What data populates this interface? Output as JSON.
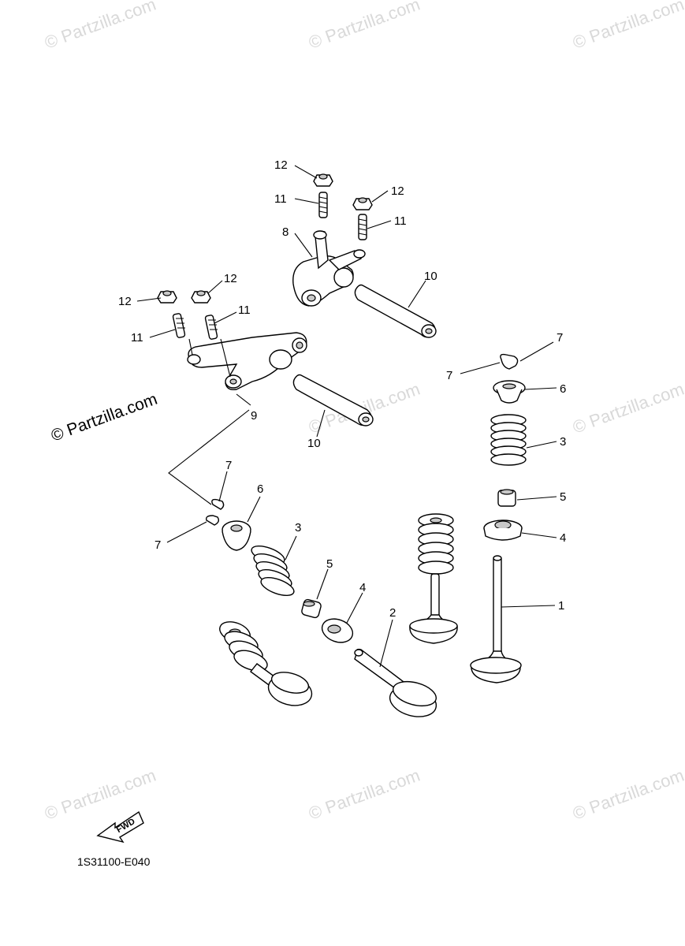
{
  "watermark_text": "© Partzilla.com",
  "watermark_dark_text": "© Partzilla.com",
  "diagram_code": "1S31100-E040",
  "fwd_label": "FWD",
  "callouts": {
    "valve_intake": "1",
    "valve_exhaust": "2",
    "spring_a": "3",
    "spring_b": "3",
    "seat_a": "4",
    "seat_b": "4",
    "seal_a": "5",
    "seal_b": "5",
    "retainer_a": "6",
    "retainer_b": "6",
    "cotter_a1": "7",
    "cotter_a2": "7",
    "cotter_b1": "7",
    "cotter_b2": "7",
    "rocker_arm_upper": "8",
    "rocker_arm_lower": "9",
    "shaft_upper": "10",
    "shaft_lower": "10",
    "adjuster_a": "11",
    "adjuster_b": "11",
    "adjuster_c": "11",
    "adjuster_d": "11",
    "nut_a": "12",
    "nut_b": "12",
    "nut_c": "12",
    "nut_d": "12"
  }
}
